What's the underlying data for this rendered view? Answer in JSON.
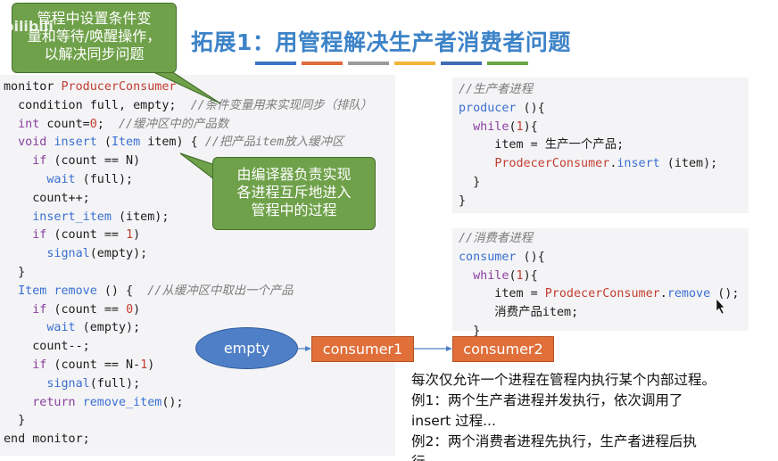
{
  "slide": {
    "title": "拓展1：用管程解决生产者消费者问题",
    "color_bar": [
      "#3b74c4",
      "#e06a3a",
      "#9b9b9b",
      "#f2b53a",
      "#3e6bb4",
      "#6aa645"
    ]
  },
  "callouts": {
    "top": [
      "管程中设置条件变",
      "量和等待/唤醒操作，",
      "以解决同步问题"
    ],
    "mid": [
      "由编译器负责实现",
      "各进程互斥地进入",
      "管程中的过程"
    ],
    "watermark": "bilibili"
  },
  "code": {
    "monitor": [
      [
        [
          "",
          "monitor "
        ],
        [
          "nm",
          "ProducerConsumer"
        ]
      ],
      [
        [
          "",
          "  condition full, empty;  "
        ],
        [
          "cm",
          "//条件变量用来实现同步（排队）"
        ]
      ],
      [
        [
          "",
          "  "
        ],
        [
          "kw",
          "int"
        ],
        [
          "",
          " count="
        ],
        [
          "nm",
          "0"
        ],
        [
          "",
          ";  "
        ],
        [
          "cm",
          "//缓冲区中的产品数"
        ]
      ],
      [
        [
          "",
          "  "
        ],
        [
          "kw",
          "void"
        ],
        [
          "",
          " "
        ],
        [
          "fn",
          "insert"
        ],
        [
          "",
          " ("
        ],
        [
          "tp",
          "Item"
        ],
        [
          "",
          " item) { "
        ],
        [
          "cm",
          "//把产品item放入缓冲区"
        ]
      ],
      [
        [
          "",
          "    "
        ],
        [
          "kw",
          "if"
        ],
        [
          "",
          " (count == N)"
        ]
      ],
      [
        [
          "",
          "      "
        ],
        [
          "fn",
          "wait"
        ],
        [
          "",
          " (full);"
        ]
      ],
      [
        [
          "",
          "    count++;"
        ]
      ],
      [
        [
          "",
          "    "
        ],
        [
          "fn",
          "insert_item"
        ],
        [
          "",
          " (item);"
        ]
      ],
      [
        [
          "",
          "    "
        ],
        [
          "kw",
          "if"
        ],
        [
          "",
          " (count == "
        ],
        [
          "nm",
          "1"
        ],
        [
          "",
          ")"
        ]
      ],
      [
        [
          "",
          "      "
        ],
        [
          "fn",
          "signal"
        ],
        [
          "",
          "(empty);"
        ]
      ],
      [
        [
          "",
          "  }"
        ]
      ],
      [
        [
          "",
          "  "
        ],
        [
          "tp",
          "Item"
        ],
        [
          "",
          " "
        ],
        [
          "fn",
          "remove"
        ],
        [
          "",
          " () {  "
        ],
        [
          "cm",
          "//从缓冲区中取出一个产品"
        ]
      ],
      [
        [
          "",
          "    "
        ],
        [
          "kw",
          "if"
        ],
        [
          "",
          " (count == "
        ],
        [
          "nm",
          "0"
        ],
        [
          "",
          ")"
        ]
      ],
      [
        [
          "",
          "      "
        ],
        [
          "fn",
          "wait"
        ],
        [
          "",
          " (empty);"
        ]
      ],
      [
        [
          "",
          "    count--;"
        ]
      ],
      [
        [
          "",
          "    "
        ],
        [
          "kw",
          "if"
        ],
        [
          "",
          " (count == N-"
        ],
        [
          "nm",
          "1"
        ],
        [
          "",
          ")"
        ]
      ],
      [
        [
          "",
          "      "
        ],
        [
          "fn",
          "signal"
        ],
        [
          "",
          "(full);"
        ]
      ],
      [
        [
          "",
          "    "
        ],
        [
          "kw",
          "return"
        ],
        [
          "",
          " "
        ],
        [
          "fn",
          "remove_item"
        ],
        [
          "",
          "();"
        ]
      ],
      [
        [
          "",
          "  }"
        ]
      ],
      [
        [
          "",
          "end monitor;"
        ]
      ]
    ],
    "producer": [
      [
        [
          "cm",
          "//生产者进程"
        ]
      ],
      [
        [
          "fn",
          "producer"
        ],
        [
          "",
          " (){"
        ]
      ],
      [
        [
          "",
          "  "
        ],
        [
          "kw",
          "while"
        ],
        [
          "",
          "("
        ],
        [
          "nm",
          "1"
        ],
        [
          "",
          "){"
        ]
      ],
      [
        [
          "",
          "     item = 生产一个产品;"
        ]
      ],
      [
        [
          "",
          "     "
        ],
        [
          "rd",
          "ProdecerConsumer"
        ],
        [
          "",
          "."
        ],
        [
          "fn",
          "insert"
        ],
        [
          "",
          " (item);"
        ]
      ],
      [
        [
          "",
          "  }"
        ]
      ],
      [
        [
          "",
          "}"
        ]
      ]
    ],
    "consumer": [
      [
        [
          "cm",
          "//消费者进程"
        ]
      ],
      [
        [
          "fn",
          "consumer"
        ],
        [
          "",
          " (){"
        ]
      ],
      [
        [
          "",
          "  "
        ],
        [
          "kw",
          "while"
        ],
        [
          "",
          "("
        ],
        [
          "nm",
          "1"
        ],
        [
          "",
          "){"
        ]
      ],
      [
        [
          "",
          "     item = "
        ],
        [
          "rd",
          "ProdecerConsumer"
        ],
        [
          "",
          "."
        ],
        [
          "fn",
          "remove"
        ],
        [
          "",
          " ();"
        ]
      ],
      [
        [
          "",
          "     消费产品item;"
        ]
      ],
      [
        [
          "",
          "  }"
        ]
      ]
    ]
  },
  "flow": {
    "condition": "empty",
    "queue": [
      "consumer1",
      "consumer2"
    ]
  },
  "description": [
    "每次仅允许一个进程在管程内执行某个内部过程。",
    "例1：两个生产者进程并发执行，依次调用了",
    "insert 过程...",
    "例2：两个消费者进程先执行，生产者进程后执",
    "行..."
  ]
}
